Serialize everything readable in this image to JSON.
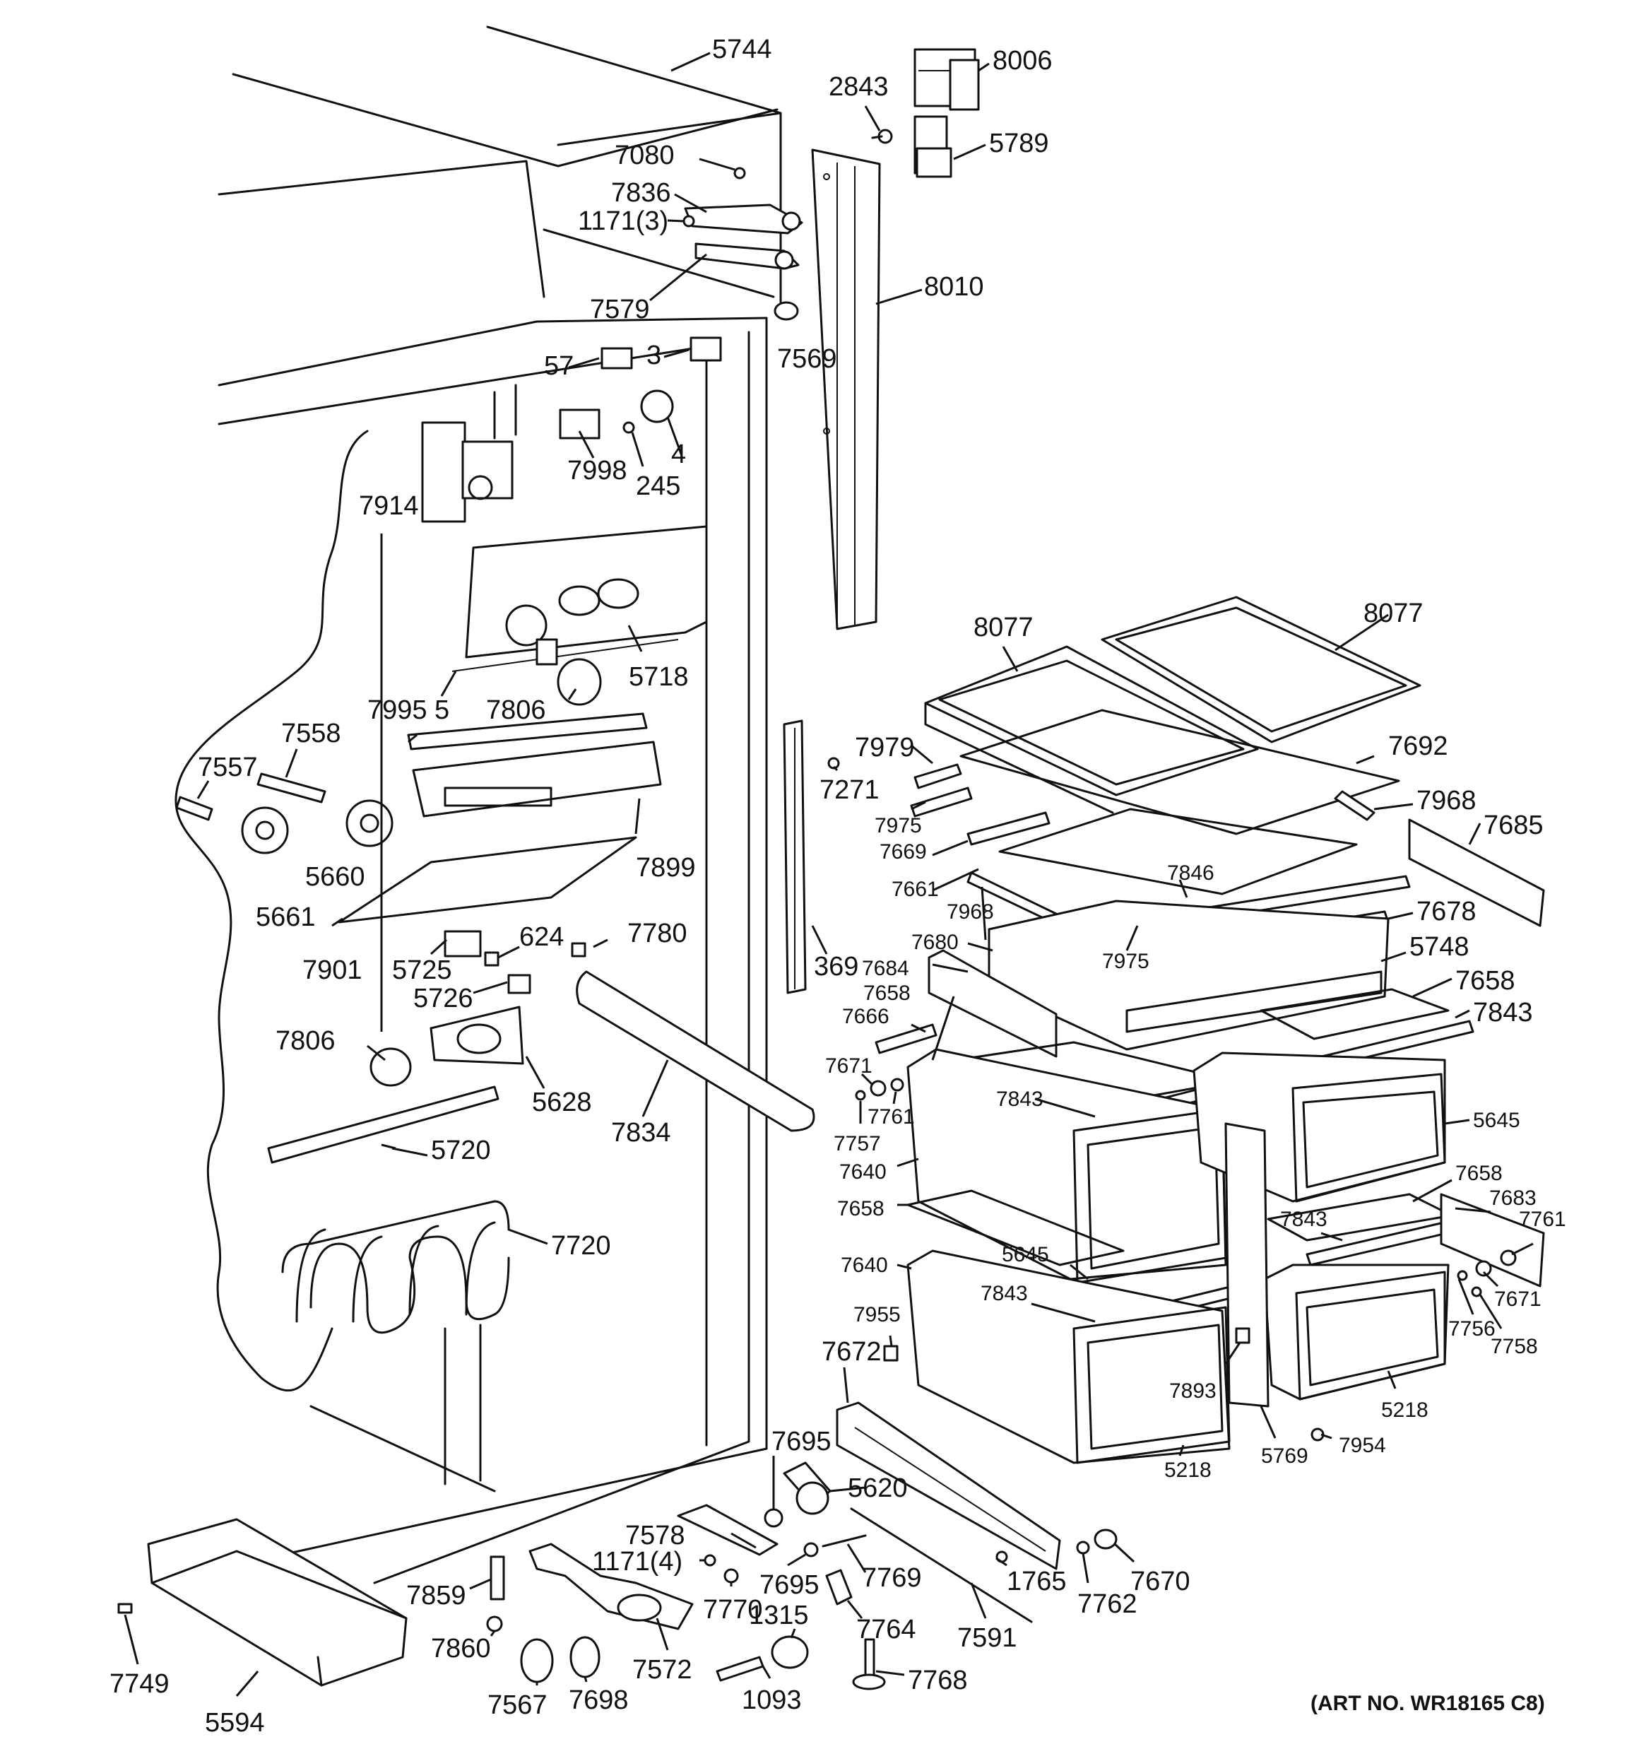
{
  "art_number": "(ART NO. WR18165 C8)",
  "labels": {
    "l5744": "5744",
    "l7080": "7080",
    "l7836": "7836",
    "l1171_3": "1171(3)",
    "l7579": "7579",
    "l2843": "2843",
    "l8006": "8006",
    "l5789": "5789",
    "l8010": "8010",
    "l7569": "7569",
    "l57": "57",
    "l3": "3",
    "l7998": "7998",
    "l245": "245",
    "l4": "4",
    "l7914": "7914",
    "l5718": "5718",
    "l5": "5",
    "l7806a": "7806",
    "l7995": "7995",
    "l7558": "7558",
    "l7557": "7557",
    "l5660": "5660",
    "l5661": "5661",
    "l7899": "7899",
    "l7901": "7901",
    "l5725": "5725",
    "l624": "624",
    "l7780": "7780",
    "l5726": "5726",
    "l7806b": "7806",
    "l5628": "5628",
    "l5720": "5720",
    "l7834": "7834",
    "l369": "369",
    "l7720": "7720",
    "l7271": "7271",
    "l7979": "7979",
    "l7975a": "7975",
    "l7669": "7669",
    "l7661": "7661",
    "l7968a": "7968",
    "l7680": "7680",
    "l7684": "7684",
    "l7658a": "7658",
    "l7666": "7666",
    "l8077a": "8077",
    "l8077b": "8077",
    "l7692": "7692",
    "l7968b": "7968",
    "l7685": "7685",
    "l7846": "7846",
    "l7678": "7678",
    "l7975b": "7975",
    "l5748": "5748",
    "l7658b": "7658",
    "l7843a": "7843",
    "l7671a": "7671",
    "l7761a": "7761",
    "l7757": "7757",
    "l7843b": "7843",
    "l5645a": "5645",
    "l7640a": "7640",
    "l7658c": "7658",
    "l7658d": "7658",
    "l7683": "7683",
    "l7843c": "7843",
    "l7761b": "7761",
    "l7640b": "7640",
    "l5645b": "5645",
    "l7843d": "7843",
    "l7671b": "7671",
    "l7756": "7756",
    "l7758": "7758",
    "l7955": "7955",
    "l7893": "7893",
    "l5218a": "5218",
    "l5769": "5769",
    "l7954": "7954",
    "l5218b": "5218",
    "l7672": "7672",
    "l7695a": "7695",
    "l5620": "5620",
    "l7578": "7578",
    "l1171_4": "1171(4)",
    "l7695b": "7695",
    "l7769": "7769",
    "l1765": "1765",
    "l7762": "7762",
    "l7670": "7670",
    "l7859": "7859",
    "l7770": "7770",
    "l7764": "7764",
    "l1315": "1315",
    "l7591": "7591",
    "l7860": "7860",
    "l7749": "7749",
    "l7572": "7572",
    "l7768": "7768",
    "l7567": "7567",
    "l7698": "7698",
    "l1093": "1093",
    "l5594": "5594"
  }
}
